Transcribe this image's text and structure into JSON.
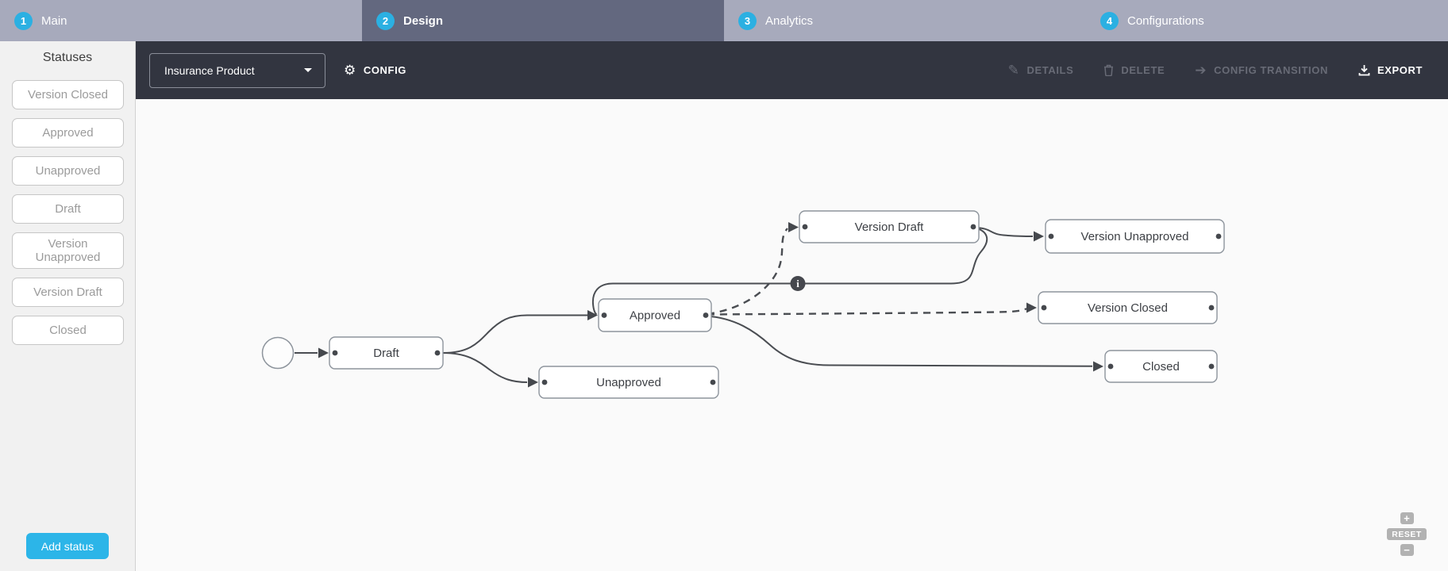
{
  "tabs": [
    {
      "number": "1",
      "label": "Main",
      "active": false
    },
    {
      "number": "2",
      "label": "Design",
      "active": true
    },
    {
      "number": "3",
      "label": "Analytics",
      "active": false
    },
    {
      "number": "4",
      "label": "Configurations",
      "active": false
    }
  ],
  "toolbar": {
    "product_selector_value": "Insurance Product",
    "config_label": "CONFIG",
    "details_label": "DETAILS",
    "delete_label": "DELETE",
    "config_transition_label": "CONFIG TRANSITION",
    "export_label": "EXPORT"
  },
  "sidebar": {
    "title": "Statuses",
    "statuses": [
      "Version Closed",
      "Approved",
      "Unapproved",
      "Draft",
      "Version Unapproved",
      "Version Draft",
      "Closed"
    ],
    "add_button_label": "Add status"
  },
  "diagram": {
    "nodes": {
      "draft": {
        "label": "Draft"
      },
      "approved": {
        "label": "Approved"
      },
      "unapproved": {
        "label": "Unapproved"
      },
      "version_draft": {
        "label": "Version Draft"
      },
      "version_unapproved": {
        "label": "Version Unapproved"
      },
      "version_closed": {
        "label": "Version Closed"
      },
      "closed": {
        "label": "Closed"
      }
    },
    "info_badge": "i"
  },
  "zoom_controls": {
    "zoom_in": "+",
    "reset": "RESET",
    "zoom_out": "−"
  },
  "colors": {
    "accent_blue": "#2bb0e2",
    "active_tab": "#63687f",
    "toolbar_bg": "#323540",
    "edge": "#4a4d52"
  }
}
